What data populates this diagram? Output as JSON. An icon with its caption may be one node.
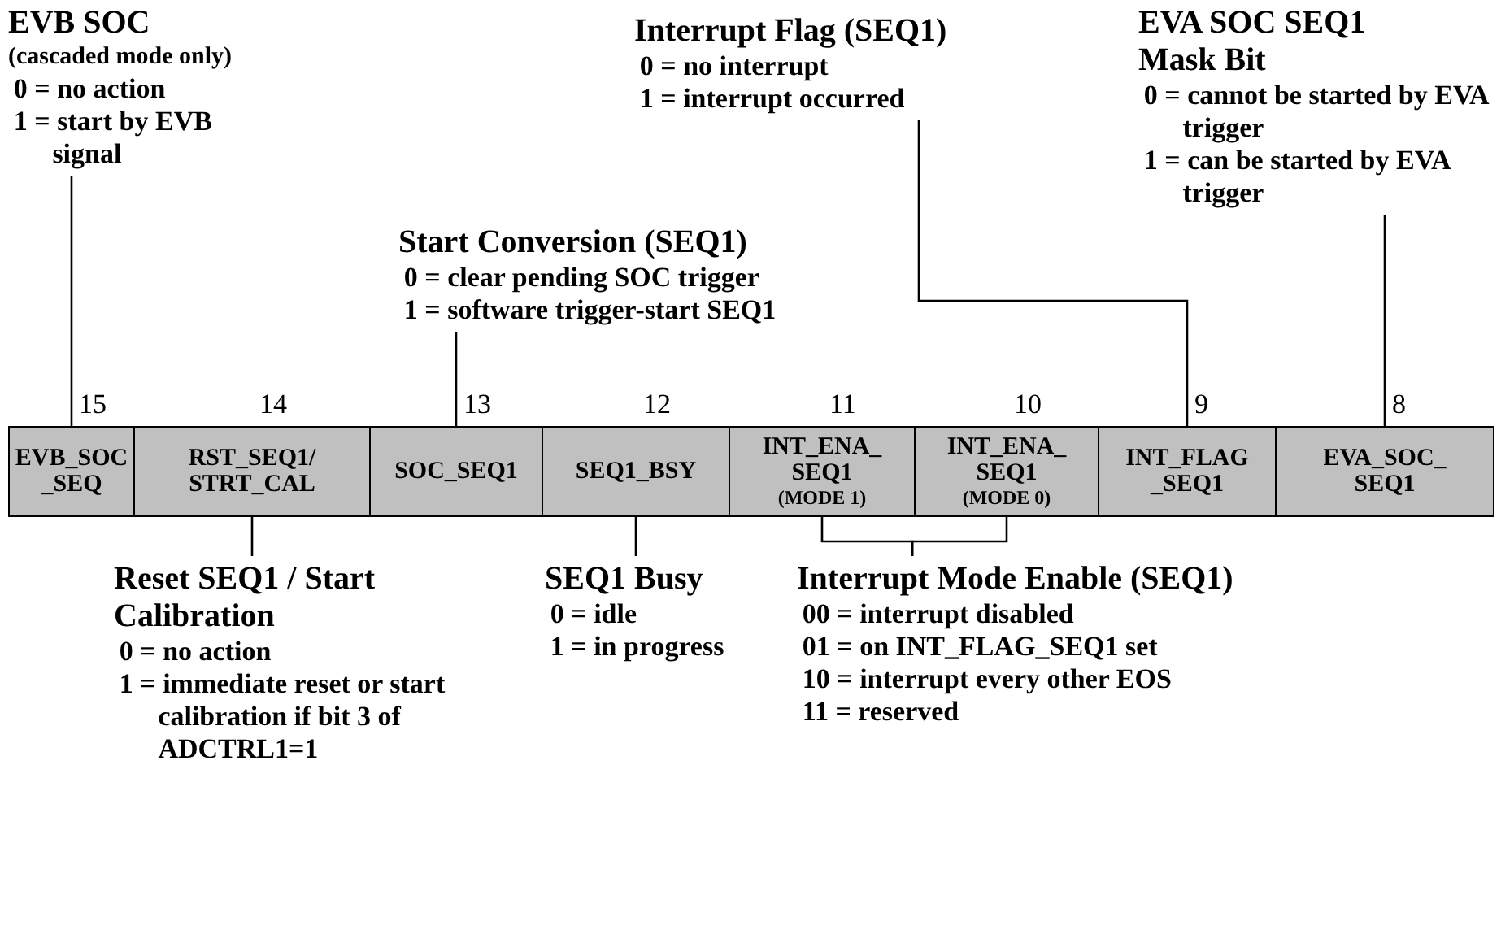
{
  "diagram": {
    "nodes": [
      {
        "text": [
          "EVB SOC",
          "(cascaded mode only)",
          "0 = no action",
          "1 = start by EVB signal"
        ]
      },
      {
        "text": [
          "Interrupt Flag (SEQ1)",
          "0 = no interrupt",
          "1 = interrupt occurred"
        ]
      },
      {
        "text": [
          "EVA SOC SEQ1 Mask Bit",
          "0 = cannot be started by EVA trigger",
          "1 = can be started by EVA trigger"
        ]
      },
      {
        "text": [
          "Start Conversion (SEQ1)",
          "0 = clear pending SOC trigger",
          "1 = software trigger-start SEQ1"
        ]
      },
      {
        "text": [
          "EVB_SOC _SEQ"
        ],
        "beside": [
          "15"
        ]
      },
      {
        "text": [
          "RST_SEQ1/ STRT_CAL"
        ],
        "beside": [
          "14"
        ]
      },
      {
        "text": [
          "SOC_SEQ1"
        ],
        "beside": [
          "13"
        ]
      },
      {
        "text": [
          "SEQ1_BSY"
        ],
        "beside": [
          "12"
        ]
      },
      {
        "text": [
          "INT_ENA_ SEQ1",
          "(MODE 1)"
        ],
        "beside": [
          "11"
        ]
      },
      {
        "text": [
          "INT_ENA_ SEQ1",
          "(MODE 0)"
        ],
        "beside": [
          "10"
        ]
      },
      {
        "text": [
          "INT_FLAG _SEQ1"
        ],
        "beside": [
          "9"
        ]
      },
      {
        "text": [
          "EVA_SOC_ SEQ1"
        ],
        "beside": [
          "8"
        ]
      },
      {
        "text": [
          "Reset SEQ1 / Start Calibration",
          "0 = no action",
          "1 = immediate reset or start calibration if bit 3 of ADCTRL1=1"
        ]
      },
      {
        "text": [
          "SEQ1 Busy",
          "0 = idle",
          "1 = in progress"
        ]
      },
      {
        "text": [
          "Interrupt Mode Enable (SEQ1)",
          "00 = interrupt disabled",
          "01 = on INT_FLAG_SEQ1 set",
          "10 = interrupt every other EOS",
          "11 = reserved"
        ]
      }
    ],
    "edges": [
      {
        "from": 0,
        "to": 4,
        "arrow": "none"
      },
      {
        "from": 1,
        "to": 10,
        "arrow": "none"
      },
      {
        "from": 2,
        "to": 11,
        "arrow": "none"
      },
      {
        "from": 3,
        "to": 6,
        "arrow": "none"
      },
      {
        "from": 12,
        "to": 5,
        "arrow": "none"
      },
      {
        "from": 13,
        "to": 7,
        "arrow": "none"
      },
      {
        "from": 14,
        "to": 8,
        "arrow": "none"
      },
      {
        "from": 14,
        "to": 9,
        "arrow": "none"
      }
    ]
  }
}
